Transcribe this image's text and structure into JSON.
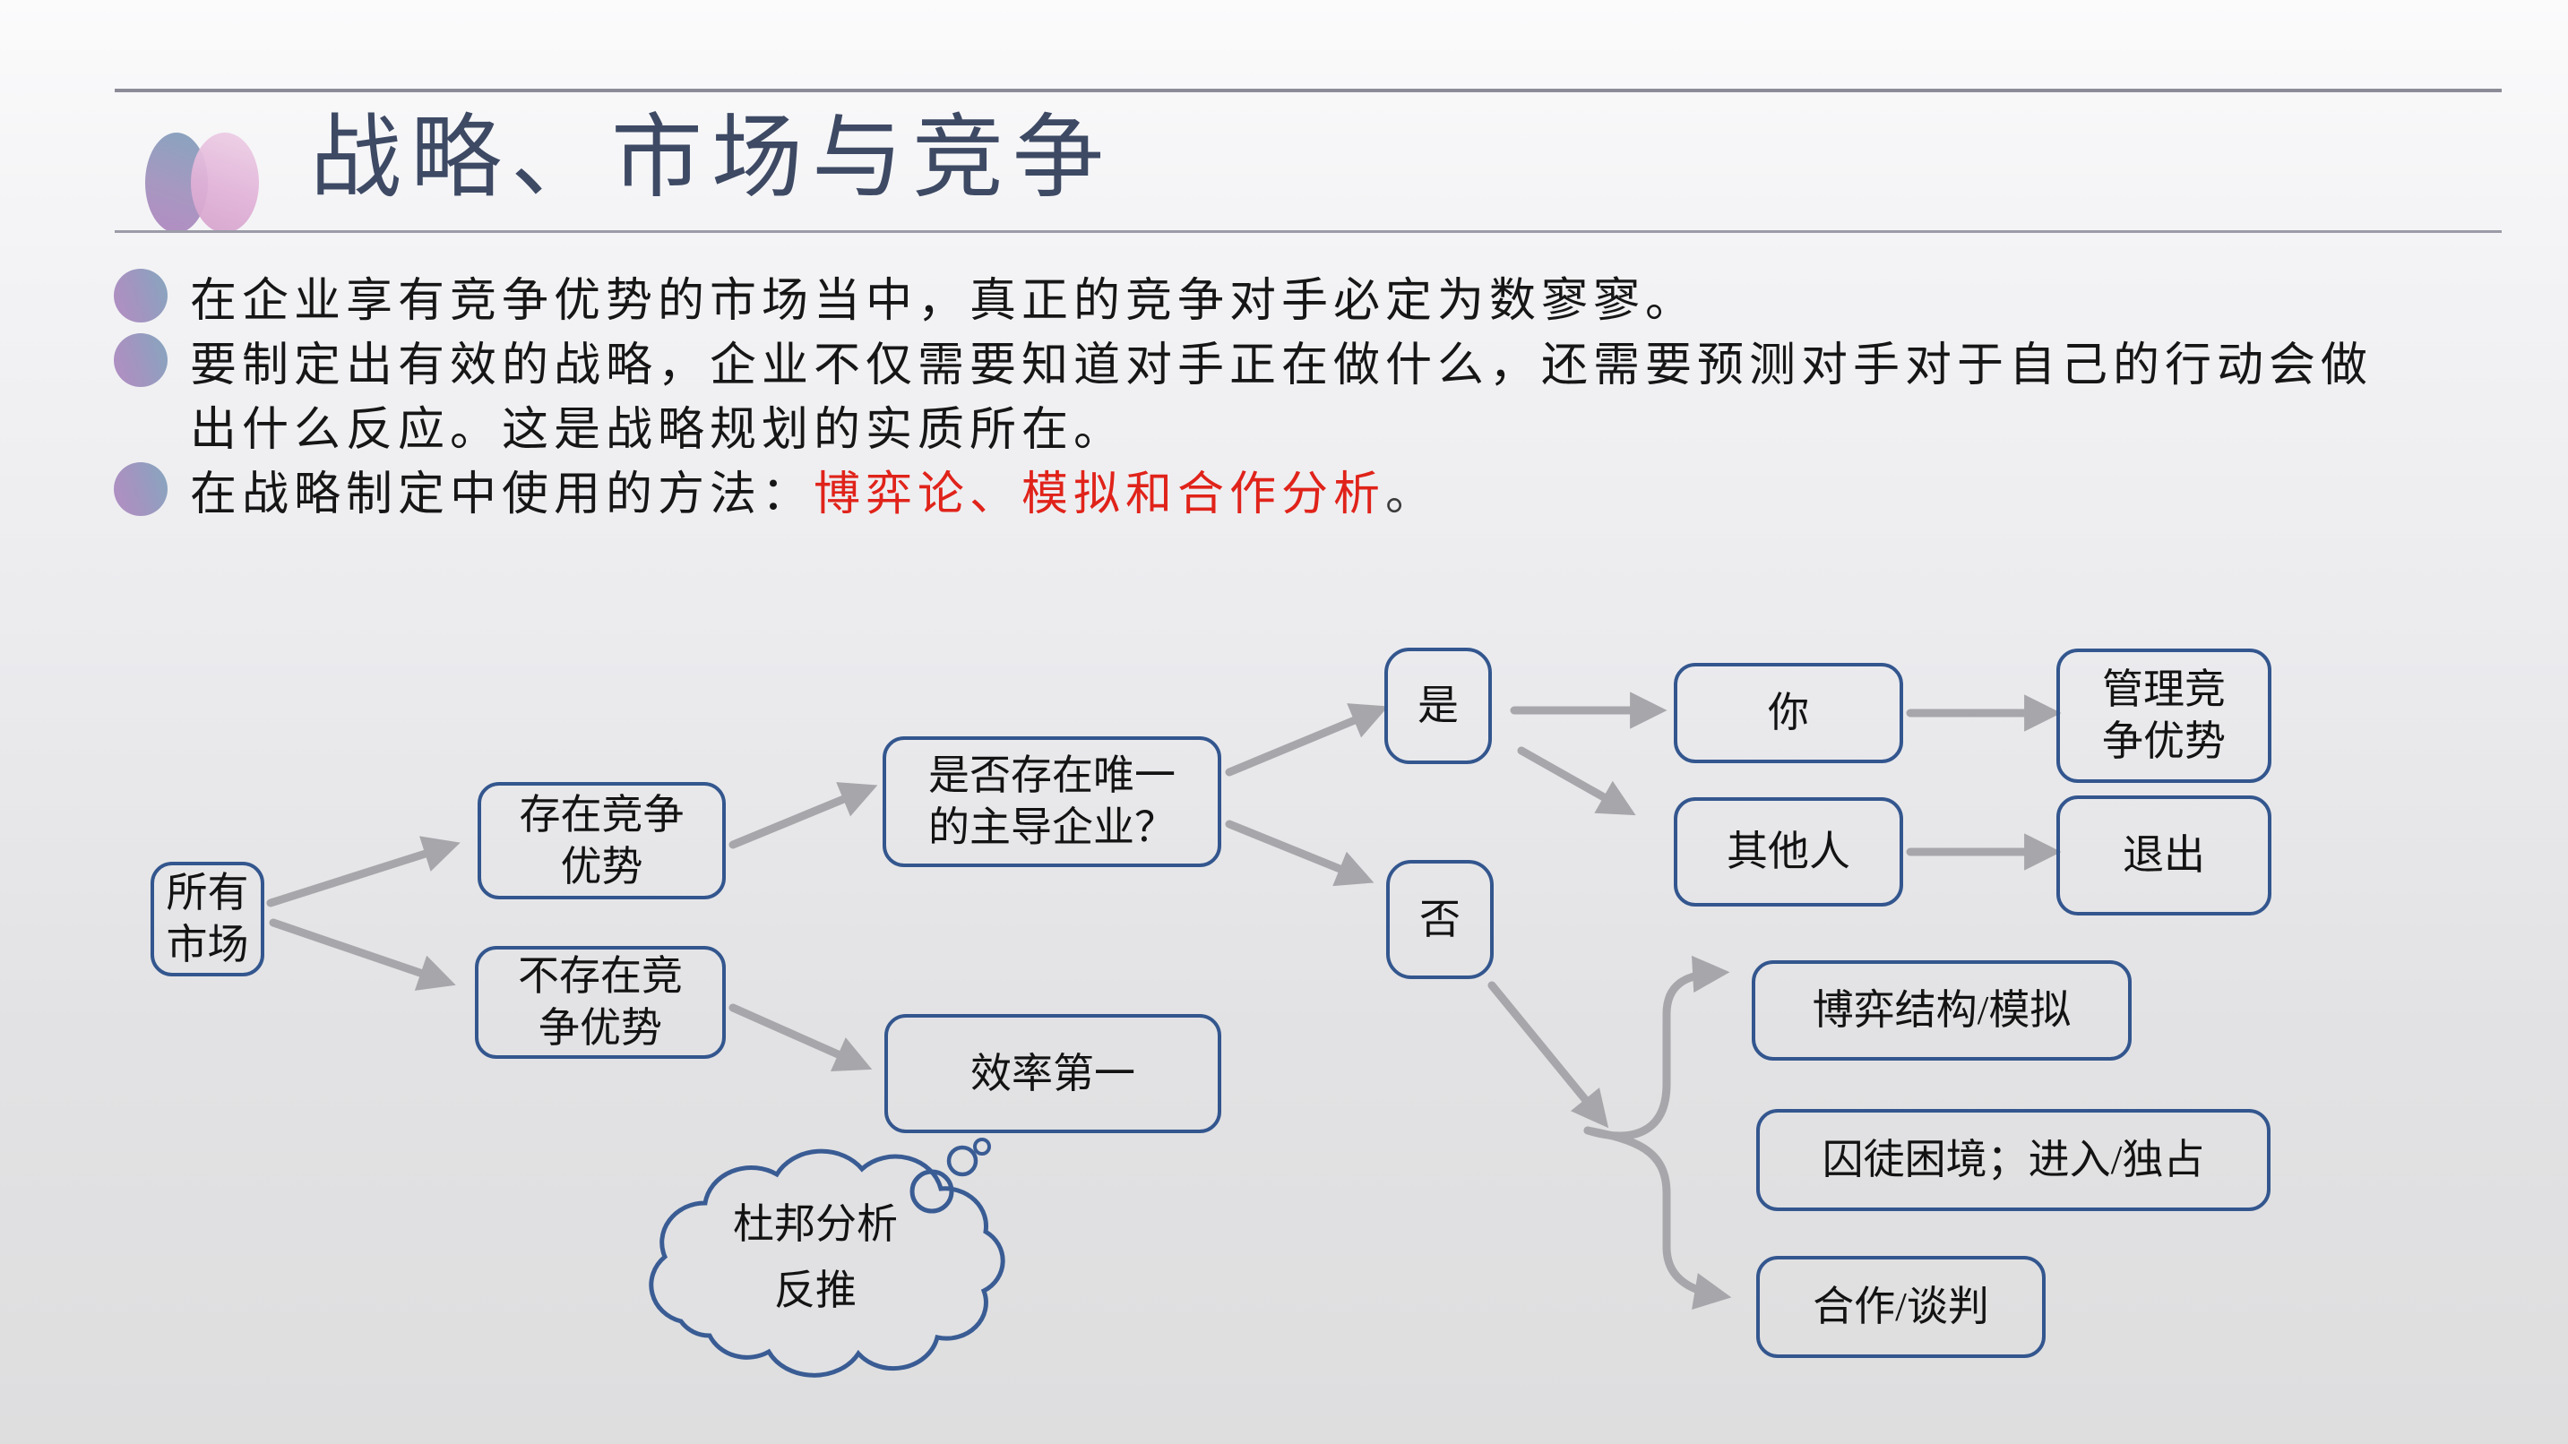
{
  "slide": {
    "title": "战略、市场与竞争",
    "bullets": {
      "line1": "在企业享有竞争优势的市场当中，真正的竞争对手必定为数寥寥。",
      "line2": "要制定出有效的战略，企业不仅需要知道对手正在做什么，还需要预测对手对于自己的行动会做",
      "line3": "出什么反应。这是战略规划的实质所在。",
      "line4_prefix": "在战略制定中使用的方法：",
      "line4_highlight": "博弈论、模拟和合作分析",
      "line4_suffix": "。"
    }
  },
  "flowchart": {
    "nodes": {
      "all_markets": "所有市场",
      "has_advantage": "存在竞争优势",
      "no_advantage": "不存在竞争优势",
      "dominant_question": "是否存在唯一的主导企业？",
      "efficiency_first": "效率第一",
      "yes": "是",
      "no": "否",
      "you": "你",
      "others": "其他人",
      "manage_advantage": "管理竞争优势",
      "exit": "退出",
      "game_structure": "博弈结构/模拟",
      "prisoners_dilemma": "囚徒困境；进入/独占",
      "cooperation": "合作/谈判"
    },
    "thought_cloud": {
      "line1": "杜邦分析",
      "line2": "反推"
    }
  },
  "colors": {
    "highlight_red": "#e0231a",
    "node_border": "#33568e",
    "arrow_gray": "#a7a7ab",
    "title_text": "#3e4a64",
    "body_text": "#161616",
    "accent_blue": "#8ba3bf",
    "accent_purple": "#b18fc2",
    "accent_pink": "#dfaed6"
  }
}
